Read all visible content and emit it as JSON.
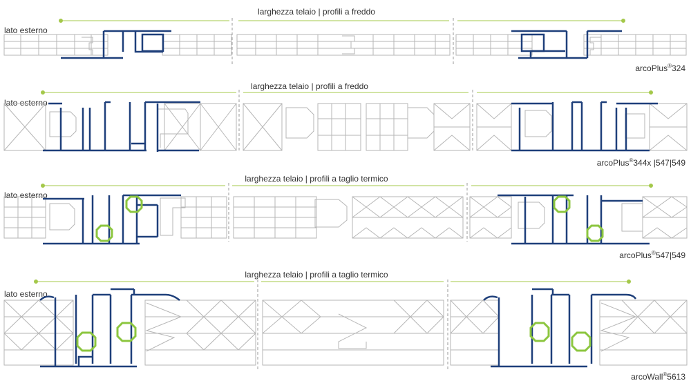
{
  "colors": {
    "profile": "#1e3f7a",
    "thermal_break": "#8cc63f",
    "dimension_line": "#a4c84a",
    "panel_line": "#b6b6b6",
    "text": "#333333"
  },
  "rows": [
    {
      "title": "larghezza telaio | profili a freddo",
      "side_label": "lato esterno",
      "product": "arcoPlus",
      "product_model": "324"
    },
    {
      "title": "larghezza telaio | profili a freddo",
      "side_label": "lato esterno",
      "product": "arcoPlus",
      "product_model": "344x |547|549"
    },
    {
      "title": "larghezza telaio | profili a taglio termico",
      "side_label": "lato esterno",
      "product": "arcoPlus",
      "product_model": "547|549"
    },
    {
      "title": "larghezza telaio | profili a taglio termico",
      "side_label": "lato esterno",
      "product": "arcoWall",
      "product_model": "5613"
    }
  ],
  "registered_mark": "®"
}
